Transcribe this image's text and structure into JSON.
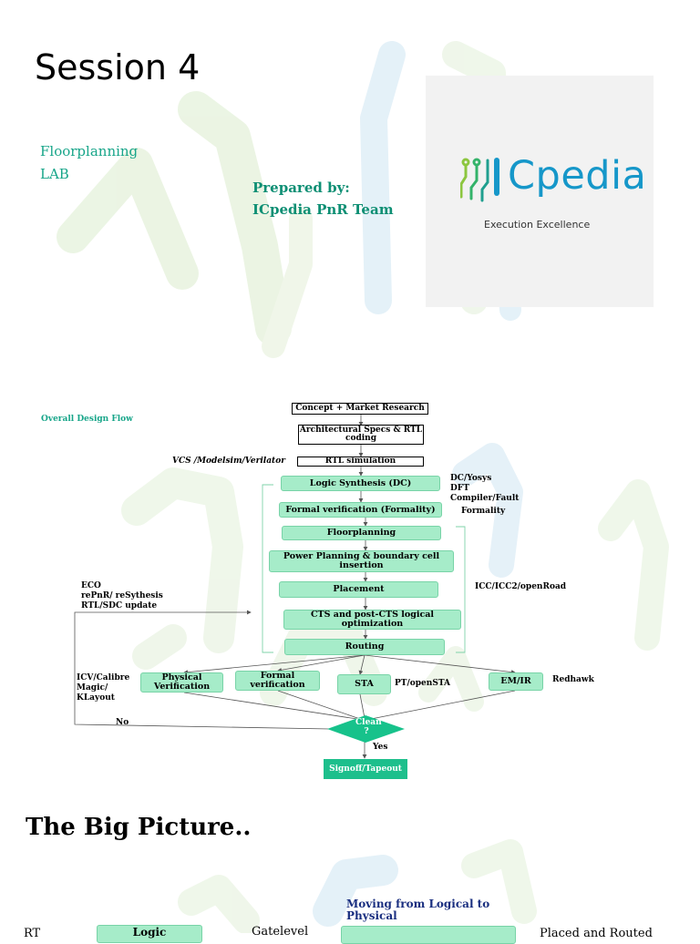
{
  "slide1": {
    "title": "Session 4",
    "subtitle_line1": "Floorplanning",
    "subtitle_line2": "LAB",
    "prepared_by": "Prepared by:",
    "team": "ICpedia PnR Team",
    "logo": {
      "wordmark": "Cpedia",
      "tagline": "Execution Excellence",
      "brand_color": "#1697c9",
      "mark_color": "#34b36a"
    }
  },
  "slide2": {
    "title": "Overall Design Flow",
    "steps": {
      "concept": "Concept + Market Research",
      "arch": "Architectural Specs & RTL coding",
      "rtl_sim": "RTL simulation",
      "logic_synth": "Logic Synthesis (DC)",
      "formal_ver": "Formal verification (Formality)",
      "floorplanning": "Floorplanning",
      "power_planning": "Power Planning & boundary cell insertion",
      "placement": "Placement",
      "cts": "CTS and post-CTS logical optimization",
      "routing": "Routing",
      "phys_ver": "Physical Verification",
      "formal_ver2": "Formal verification",
      "sta": "STA",
      "emir": "EM/IR",
      "clean": "Clean ?",
      "signoff": "Signoff/Tapeout"
    },
    "labels": {
      "sim_tools": "VCS /Modelsim/Verilator",
      "synth_tools_1": "DC/Yosys",
      "synth_tools_2": "DFT",
      "synth_tools_3": "Compiler/Fault",
      "formality": "Formality",
      "pnr_tools": "ICC/ICC2/openRoad",
      "eco_1": "ECO",
      "eco_2": "rePnR/ reSythesis",
      "eco_3": "RTL/SDC update",
      "pv_tools_1": "ICV/Calibre",
      "pv_tools_2": "Magic/",
      "pv_tools_3": "KLayout",
      "sta_tools": "PT/openSTA",
      "emir_tools": "Redhawk",
      "no": "No",
      "yes": "Yes"
    },
    "colors": {
      "step_fill": "#a6ecc9",
      "signoff_fill": "#1dbf8c",
      "diamond_fill": "#17c28b"
    }
  },
  "slide3": {
    "title": "The Big Picture..",
    "moving": "Moving from Logical to Physical",
    "left_label": "RT",
    "box1": "Logic",
    "mid_label": "Gatelevel",
    "right_label": "Placed and Routed"
  }
}
